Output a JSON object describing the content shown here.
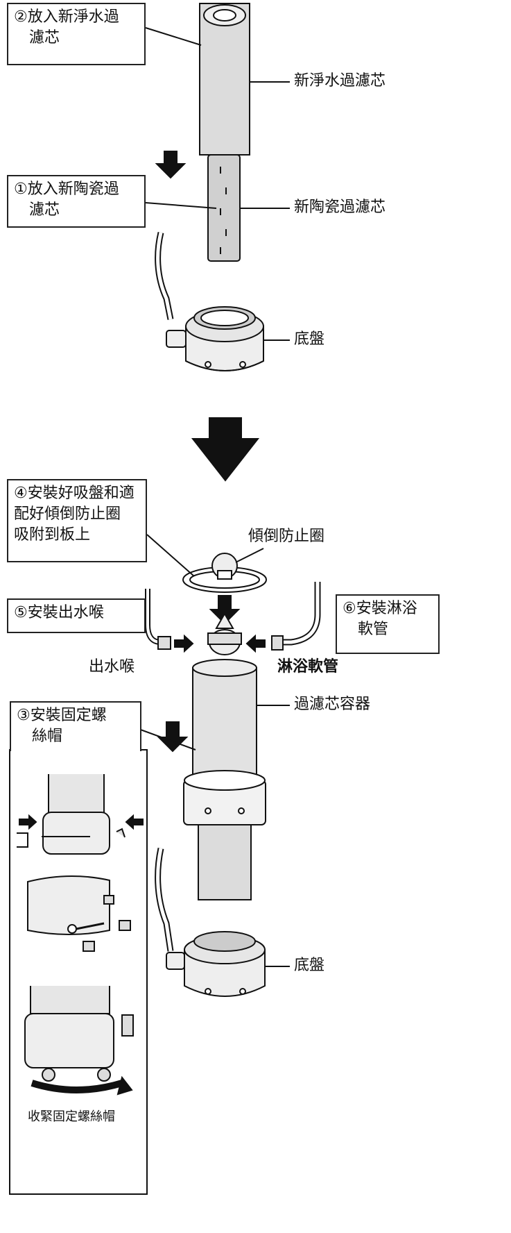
{
  "callouts": {
    "step2": {
      "line1": "②放入新淨水過",
      "line2": "濾芯"
    },
    "step1": {
      "line1": "①放入新陶瓷過",
      "line2": "濾芯"
    },
    "step4": {
      "line1": "④安裝好吸盤和適",
      "line2": "配好傾倒防止圈",
      "line3": "吸附到板上"
    },
    "step5": {
      "line1": "⑤安裝出水喉"
    },
    "step6": {
      "line1": "⑥安裝淋浴",
      "line2": "軟管"
    },
    "step3": {
      "line1": "③安裝固定螺",
      "line2": "絲帽"
    }
  },
  "labels": {
    "new_purifier_cartridge": "新淨水過濾芯",
    "new_ceramic_cartridge": "新陶瓷過濾芯",
    "base_top": "底盤",
    "tip_guard": "傾倒防止圈",
    "outlet": "出水喉",
    "shower_hose": "淋浴軟管",
    "cartridge_container": "過濾芯容器",
    "base_bottom": "底盤",
    "tighten_caps": "收緊固定螺絲帽"
  }
}
